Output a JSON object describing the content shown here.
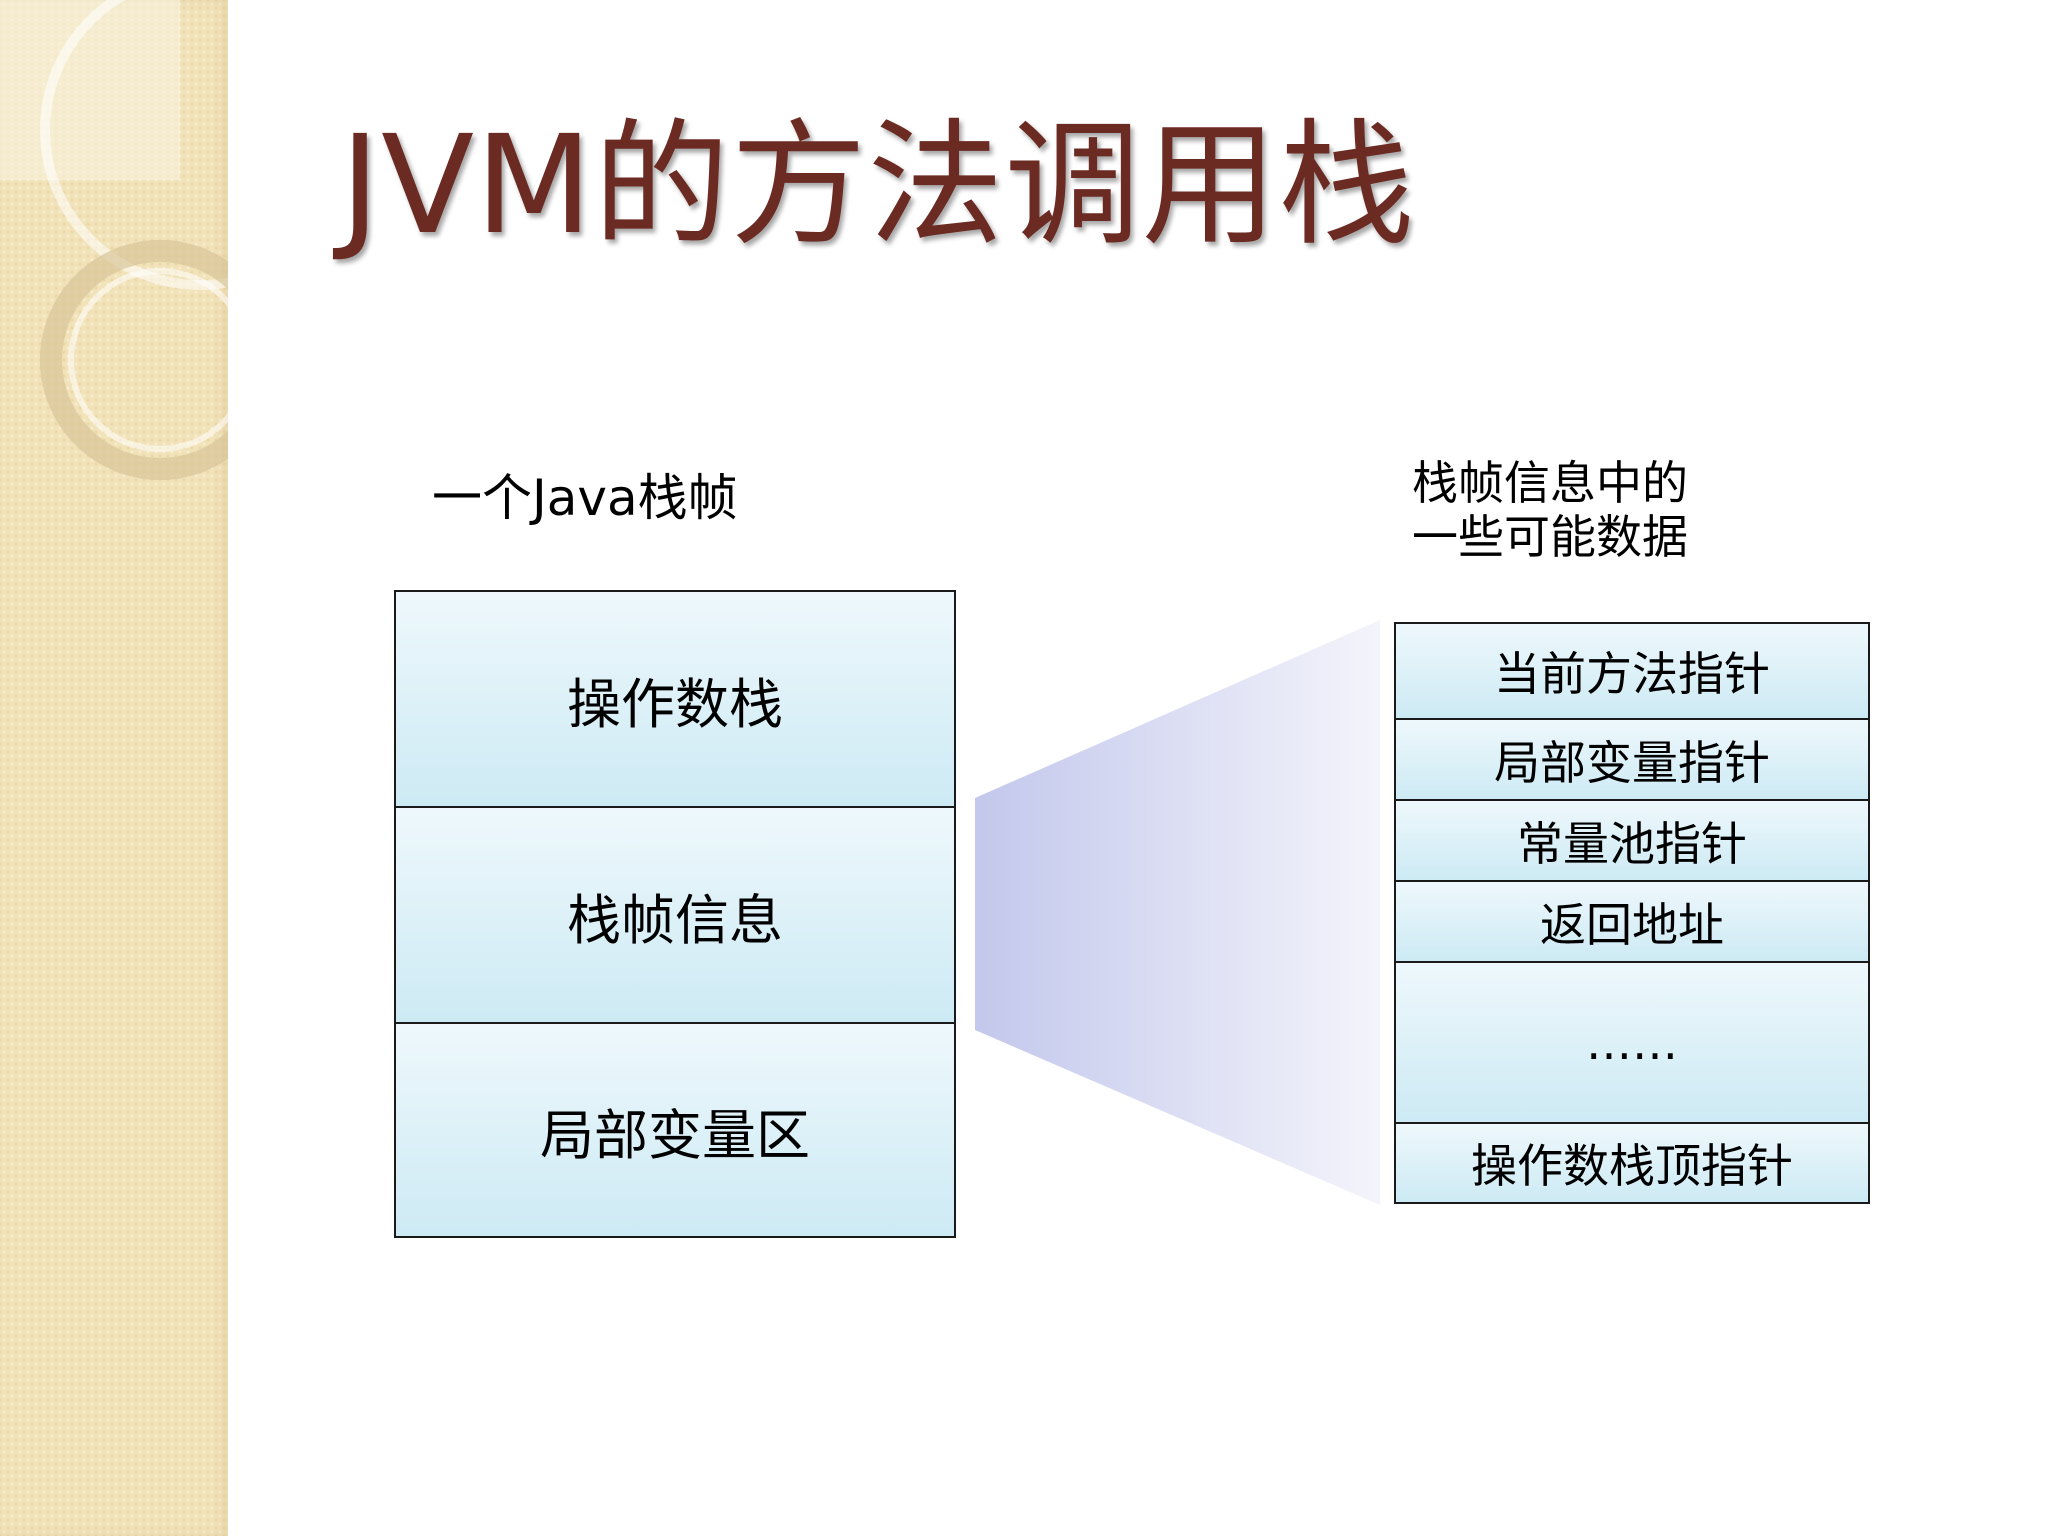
{
  "slide": {
    "title": "JVM的方法调用栈"
  },
  "frame": {
    "label": "一个Java栈帧",
    "cells": [
      {
        "text": "操作数栈"
      },
      {
        "text": "栈帧信息"
      },
      {
        "text": "局部变量区"
      }
    ]
  },
  "frame_info": {
    "label_line1": "栈帧信息中的",
    "label_line2": "一些可能数据",
    "cells": [
      {
        "text": "当前方法指针"
      },
      {
        "text": "局部变量指针"
      },
      {
        "text": "常量池指针"
      },
      {
        "text": "返回地址"
      },
      {
        "text": "……"
      },
      {
        "text": "操作数栈顶指针"
      }
    ]
  },
  "colors": {
    "title": "#6b2b22",
    "cell_top": "#eef8fc",
    "cell_bottom": "#cdeaf4",
    "connector_start": "#c3c8ec",
    "connector_end": "#f4f4fb",
    "side_strip": "#f1e2b8"
  }
}
